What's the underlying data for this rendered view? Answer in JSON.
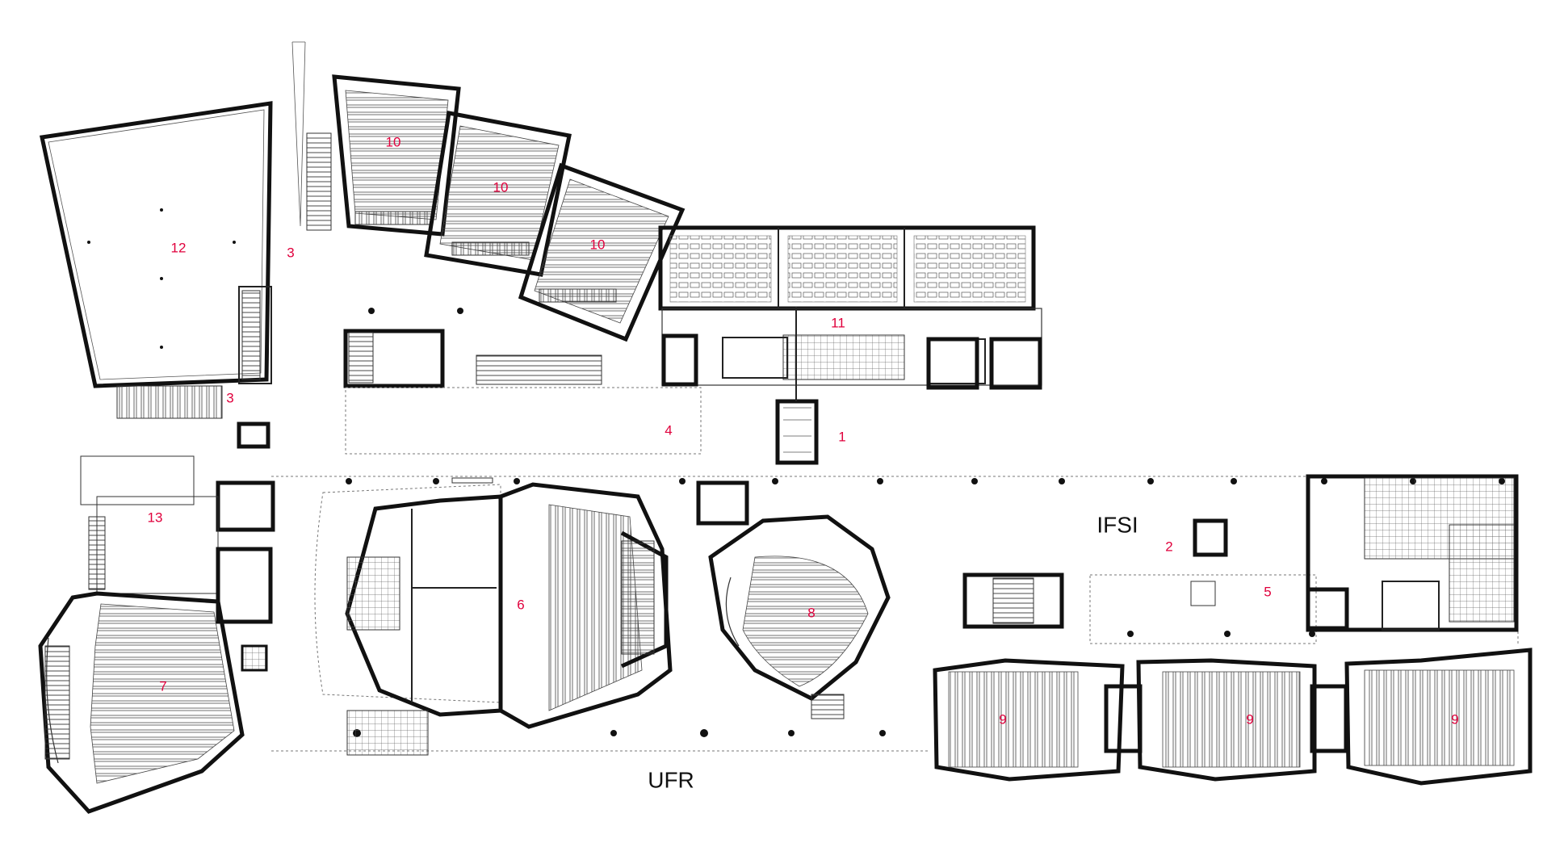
{
  "colors": {
    "number_color": "#e0003c",
    "line_color": "#111111",
    "background": "#ffffff"
  },
  "zone_labels": {
    "ufr": "UFR",
    "ifsi": "IFSI"
  },
  "room_numbers": {
    "entrance": "1",
    "ifsi_entrance": "2",
    "stair_north": "3",
    "stair_south": "3",
    "hall": "4",
    "ifsi_hall": "5",
    "main_amphitheatre": "6",
    "west_amphitheatre": "7",
    "east_amphitheatre": "8",
    "ifsi_room_1": "9",
    "ifsi_room_2": "9",
    "ifsi_room_3": "9",
    "lecture_room_1": "10",
    "lecture_room_2": "10",
    "lecture_room_3": "10",
    "classrooms": "11",
    "large_hall": "12",
    "offices": "13"
  }
}
